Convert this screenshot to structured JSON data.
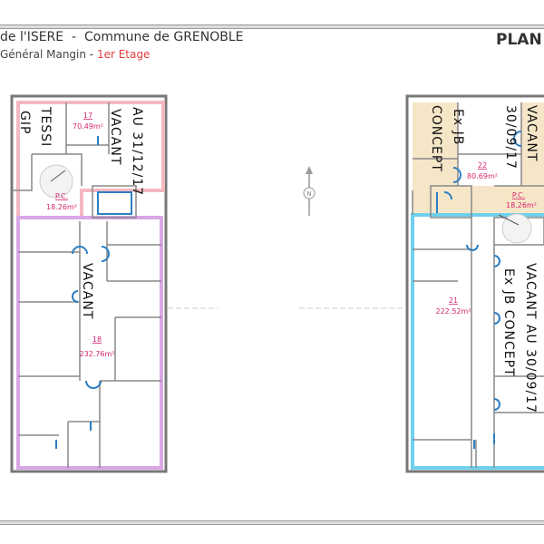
{
  "header": {
    "line1": "de l'ISERE  -  Commune de GRENOBLE",
    "street": "Général Mangin - ",
    "floor": "1er Etage",
    "plan_label": "PLAN"
  },
  "left_building": {
    "annotations": {
      "gip": "GIP",
      "tessi": "TESSI",
      "vacant_top": "VACANT",
      "vacant_date": "AU 31/12/17",
      "vacant_main": "VACANT"
    },
    "rooms": [
      {
        "number": "17",
        "area": "70.49m²"
      },
      {
        "number": "P.C.",
        "area": "18.26m²"
      },
      {
        "number": "18",
        "area": "232.76m²"
      }
    ]
  },
  "right_building": {
    "annotations": {
      "ex_jb": "Ex JB",
      "concept": "CONCEPT",
      "vacant_top": "VACANT",
      "date_top": "30/09/17",
      "vacant_main": "VACANT AU 30/09/17",
      "ex_jb_concept": "Ex JB CONCEPT"
    },
    "rooms": [
      {
        "number": "22",
        "area": "80.69m²"
      },
      {
        "number": "P.C.",
        "area": "18.26m²"
      },
      {
        "number": "21",
        "area": "222.52m²"
      }
    ]
  },
  "compass": {
    "label": "N"
  },
  "colors": {
    "pink": "#f4b8c0",
    "purple": "#d9a6e6",
    "tan": "#f6e6c8",
    "blue": "#6fd0ee",
    "wall": "#7a7a7a",
    "door": "#2d7fc2",
    "label": "#d6246e"
  }
}
